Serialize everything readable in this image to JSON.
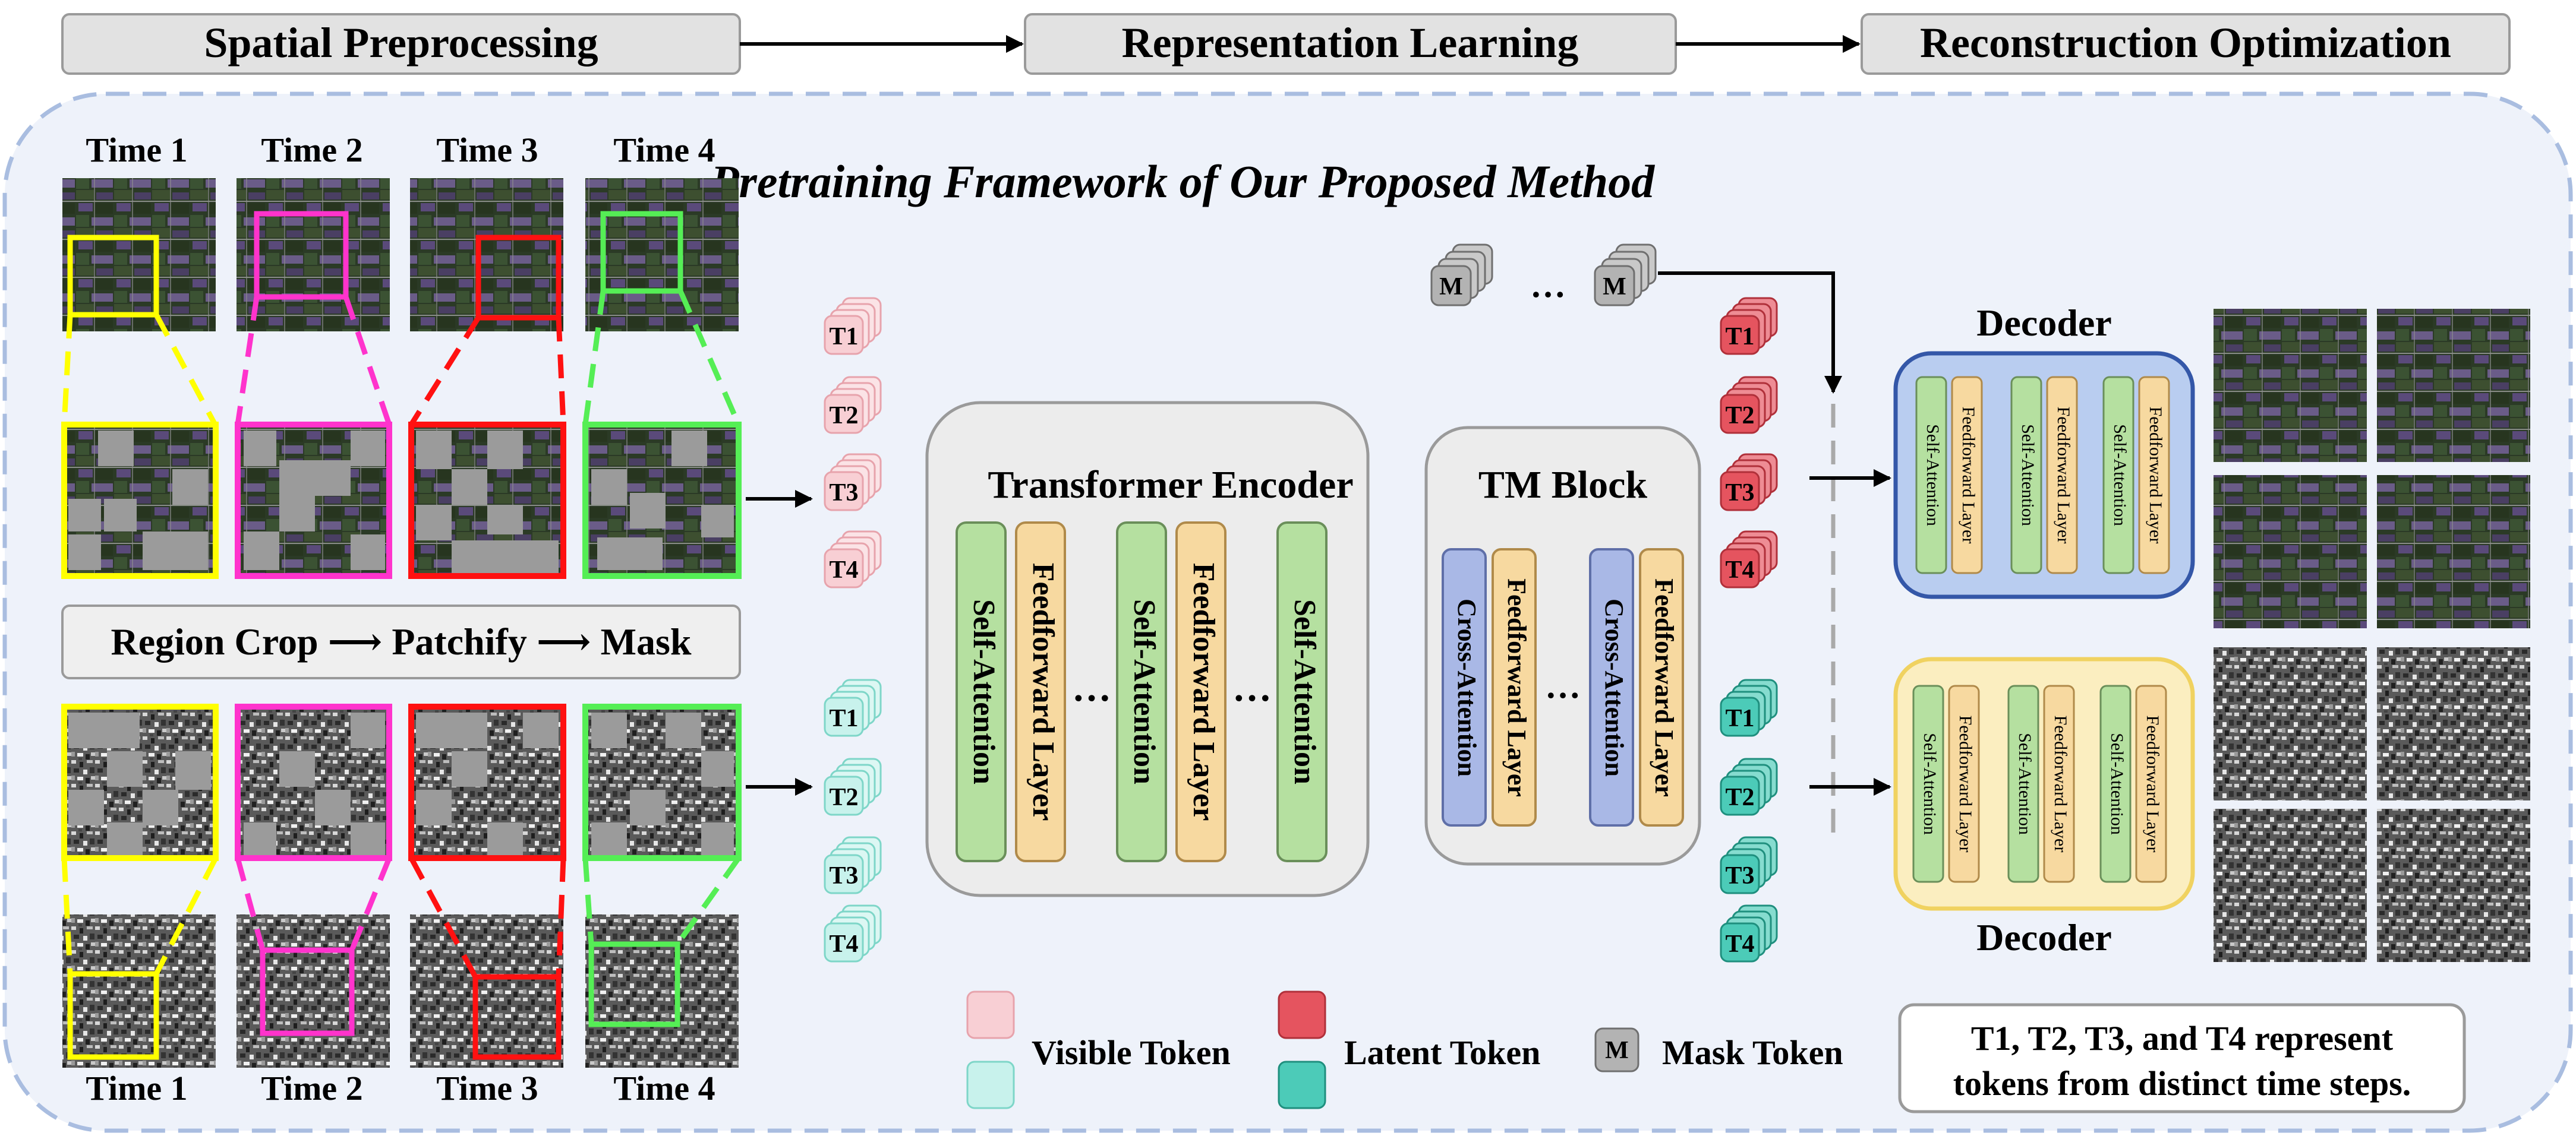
{
  "stages": [
    "Spatial Preprocessing",
    "Representation Learning",
    "Reconstruction Optimization"
  ],
  "frame_title": "Pretraining Framework of Our Proposed Method",
  "time_labels": [
    "Time 1",
    "Time 2",
    "Time 3",
    "Time 4"
  ],
  "crop_colors": [
    "#ffff00",
    "#ff33cc",
    "#ff1111",
    "#55ee55"
  ],
  "pipeline": {
    "region_crop": "Region Crop",
    "patchify": "Patchify",
    "mask": "Mask",
    "arrow": "⟶"
  },
  "tokens": {
    "labels": [
      "T1",
      "T2",
      "T3",
      "T4"
    ],
    "mask_letter": "M",
    "ellipsis": "…"
  },
  "encoder": {
    "title": "Transformer Encoder",
    "attention": "Self-Attention",
    "ffn": "Feedforward Layer",
    "ellipsis": "…"
  },
  "tm_block": {
    "title": "TM Block",
    "attention": "Cross-Attention",
    "ffn": "Feedforward Layer",
    "ellipsis": "…"
  },
  "decoders": [
    {
      "title": "Decoder",
      "attention": "Self-Attention",
      "ffn": "Feedforward Layer"
    },
    {
      "title": "Decoder",
      "attention": "Self-Attention",
      "ffn": "Feedforward Layer"
    }
  ],
  "legend": {
    "visible": "Visible Token",
    "latent": "Latent Token",
    "mask": "Mask Token",
    "mask_letter": "M"
  },
  "note": [
    "T1, T2, T3, and T4 represent",
    "tokens from distinct time steps."
  ],
  "colors": {
    "visible_pink": "#f8cfd4",
    "visible_cyan": "#c8f2ec",
    "latent_red": "#e5545f",
    "latent_teal": "#4ccbb8",
    "self_attention": "#b5e0a0",
    "cross_attention": "#a9b8e6",
    "feedforward": "#f7d9a0",
    "decoder_blue": "#b9cdf0",
    "decoder_yellow": "#fbeec0",
    "frame_bg": "#eef2fa"
  }
}
